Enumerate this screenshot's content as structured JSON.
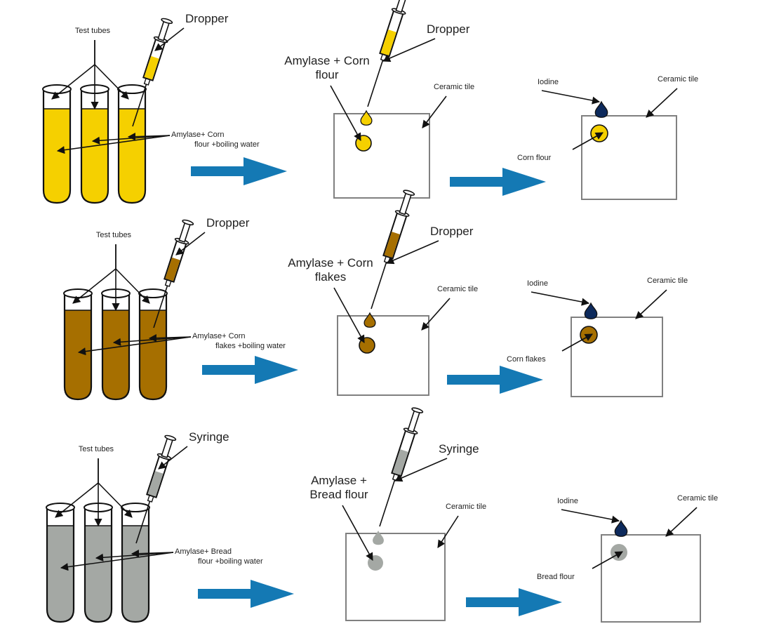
{
  "colors": {
    "arrow": "#1479b4",
    "iodine": "#0d2a5c",
    "tile_border": "#808080"
  },
  "rows": [
    {
      "id": "corn-flour",
      "fill_color": "#f5d000",
      "stage1": {
        "test_tubes_label": "Test tubes",
        "dropper_label": "Dropper",
        "mixture_label_line1": "Amylase+ Corn",
        "mixture_label_line2": "flour +boiling water"
      },
      "stage2": {
        "dropper_label": "Dropper",
        "sample_label_line1": "Amylase + Corn",
        "sample_label_line2": "flour",
        "tile_label": "Ceramic tile"
      },
      "stage3": {
        "iodine_label": "Iodine",
        "tile_label": "Ceramic tile",
        "sample_label": "Corn flour"
      }
    },
    {
      "id": "corn-flakes",
      "fill_color": "#a66f00",
      "stage1": {
        "test_tubes_label": "Test tubes",
        "dropper_label": "Dropper",
        "mixture_label_line1": "Amylase+ Corn",
        "mixture_label_line2": "flakes +boiling water"
      },
      "stage2": {
        "dropper_label": "Dropper",
        "sample_label_line1": "Amylase + Corn",
        "sample_label_line2": "flakes",
        "tile_label": "Ceramic tile"
      },
      "stage3": {
        "iodine_label": "Iodine",
        "tile_label": "Ceramic tile",
        "sample_label": "Corn flakes"
      }
    },
    {
      "id": "bread-flour",
      "fill_color": "#a4a8a4",
      "stage1": {
        "test_tubes_label": "Test tubes",
        "dropper_label": "Syringe",
        "mixture_label_line1": "Amylase+ Bread",
        "mixture_label_line2": "flour +boiling water"
      },
      "stage2": {
        "dropper_label": "Syringe",
        "sample_label_line1": "Amylase +",
        "sample_label_line2": "Bread flour",
        "tile_label": "Ceramic tile"
      },
      "stage3": {
        "iodine_label": "Iodine",
        "tile_label": "Ceramic tile",
        "sample_label": "Bread flour"
      }
    }
  ]
}
